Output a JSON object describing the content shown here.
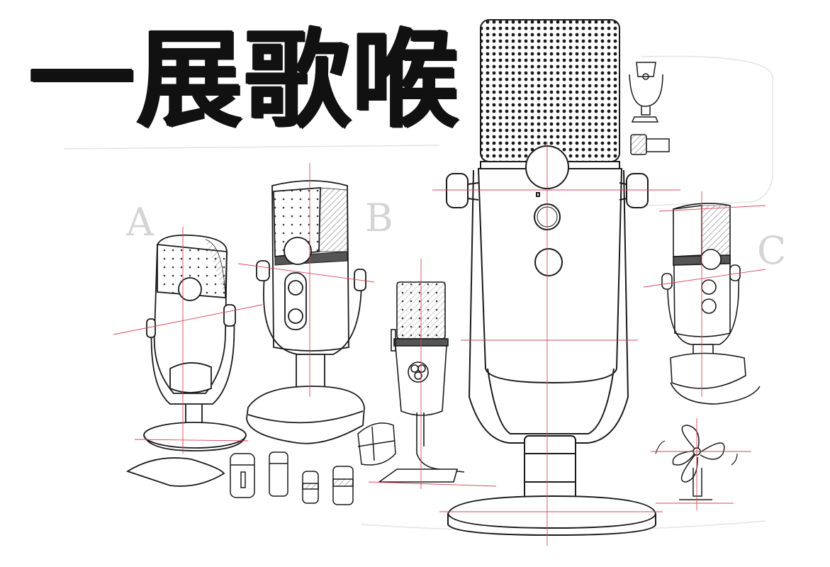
{
  "title": "一展歌喉",
  "labels": {
    "a": "A",
    "b": "B",
    "c": "C"
  },
  "colors": {
    "background": "#ffffff",
    "ink": "#1a1a1a",
    "construction_line": "#d9465a",
    "faint_letter": "#d4d4d4"
  },
  "drawings": [
    "microphone-sketch-a",
    "microphone-sketch-b",
    "microphone-sketch-small",
    "microphone-sketch-main",
    "microphone-sketch-c",
    "headphone-capsule-sketches",
    "mount-detail-sketch",
    "fan-rotation-sketch"
  ]
}
